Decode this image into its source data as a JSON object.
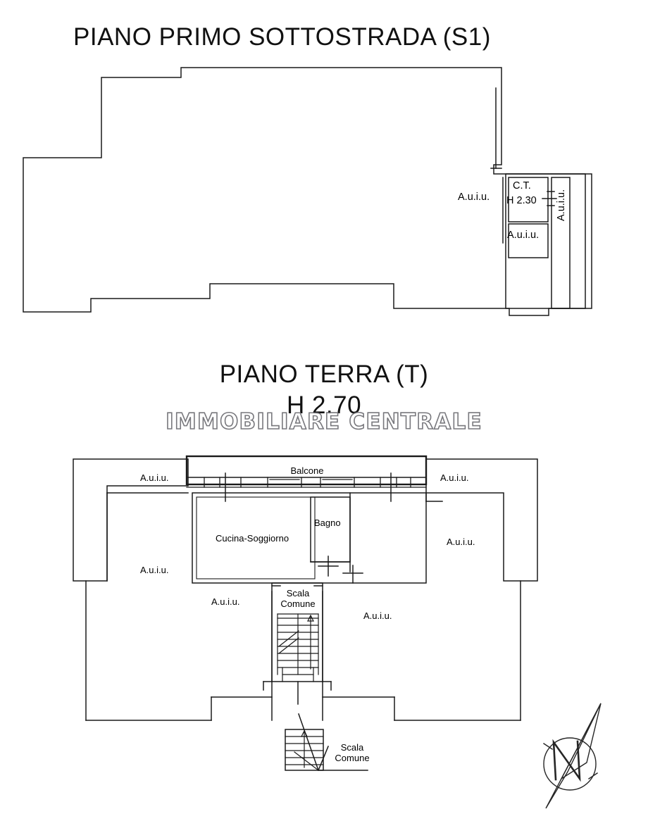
{
  "document": {
    "type": "floor-plan",
    "background_color": "#ffffff",
    "line_color": "#000000",
    "watermark_color": "#6d6d72"
  },
  "watermark": {
    "text": "IMMOBILIARE CENTRALE"
  },
  "plans": {
    "upper": {
      "title": "PIANO PRIMO SOTTOSTRADA (S1)",
      "labels": {
        "main_area": "A.u.i.u.",
        "ct_name": "C.T.",
        "ct_height": "H 2.30",
        "annex_area": "A.u.i.u.",
        "corridor": "A.u.i.u."
      }
    },
    "lower": {
      "title": "PIANO TERRA (T)",
      "height": "H 2.70",
      "labels": {
        "balcony": "Balcone",
        "living_kitchen": "Cucina-Soggiorno",
        "bathroom": "Bagno",
        "area_top_left": "A.u.i.u.",
        "area_top_right": "A.u.i.u.",
        "area_mid_left": "A.u.i.u.",
        "area_mid_right": "A.u.i.u.",
        "area_low_left": "A.u.i.u.",
        "area_low_right": "A.u.i.u.",
        "stairs_upper_line1": "Scala",
        "stairs_upper_line2": "Comune",
        "stairs_lower_line1": "Scala",
        "stairs_lower_line2": "Comune"
      }
    }
  },
  "compass": {
    "name": "north-arrow",
    "letter": "N"
  }
}
